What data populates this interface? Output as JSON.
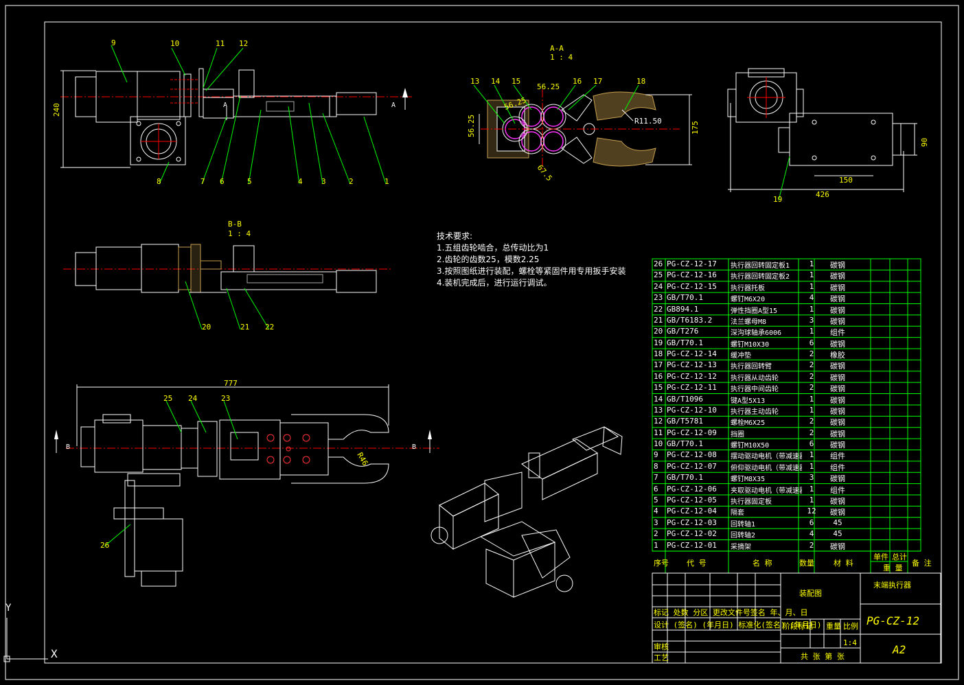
{
  "dimensions": {
    "d240": "240",
    "d777": "777",
    "d426": "426",
    "d150": "150",
    "d90": "90",
    "d175": "175",
    "d56_25a": "56.25",
    "d56_25b": "56.25",
    "d56_25c": "56.25",
    "d67_5": "67.5",
    "r11_50": "R11.50",
    "r46": "R46"
  },
  "views": {
    "section_aa": "A-A",
    "section_bb": "B-B",
    "scale_aa": "1 : 4",
    "scale_bb": "1 : 4",
    "arrow_a_left": "A",
    "arrow_a_right": "A",
    "arrow_b_left": "B",
    "arrow_b_right": "B"
  },
  "callouts": {
    "top": [
      "9",
      "10",
      "11",
      "12",
      "8",
      "7",
      "6",
      "5",
      "4",
      "3",
      "2",
      "1"
    ],
    "aa": [
      "13",
      "14",
      "15",
      "16",
      "17",
      "18"
    ],
    "side": [
      "19"
    ],
    "bb": [
      "20",
      "21",
      "22"
    ],
    "bottom": [
      "25",
      "24",
      "23",
      "26"
    ]
  },
  "tech_requirements": {
    "title": "技术要求:",
    "lines": [
      "1.五组齿轮啮合，总传动比为1",
      "2.齿轮的齿数25，模数2.25",
      "3.按照图纸进行装配，螺栓等紧固件用专用扳手安装",
      "4.装机完成后，进行运行调试。"
    ]
  },
  "bom": [
    [
      "26",
      "PG-CZ-12-17",
      "执行器回转固定板1",
      "1",
      "碳钢"
    ],
    [
      "25",
      "PG-CZ-12-16",
      "执行器回转固定板2",
      "1",
      "碳钢"
    ],
    [
      "24",
      "PG-CZ-12-15",
      "执行器托板",
      "1",
      "碳钢"
    ],
    [
      "23",
      "GB/T70.1",
      "螺钉M6X20",
      "4",
      "碳钢"
    ],
    [
      "22",
      "GB894.1",
      "弹性挡圈A型15",
      "1",
      "碳钢"
    ],
    [
      "21",
      "GB/T6183.2",
      "法兰螺母M8",
      "3",
      "碳钢"
    ],
    [
      "20",
      "GB/T276",
      "深沟球轴承6006",
      "1",
      "组件"
    ],
    [
      "19",
      "GB/T70.1",
      "螺钉M10X30",
      "6",
      "碳钢"
    ],
    [
      "18",
      "PG-CZ-12-14",
      "缓冲垫",
      "2",
      "橡胶"
    ],
    [
      "17",
      "PG-CZ-12-13",
      "执行器回转臂",
      "2",
      "碳钢"
    ],
    [
      "16",
      "PG-CZ-12-12",
      "执行器从动齿轮",
      "2",
      "碳钢"
    ],
    [
      "15",
      "PG-CZ-12-11",
      "执行器中间齿轮",
      "2",
      "碳钢"
    ],
    [
      "14",
      "GB/T1096",
      "键A型5X13",
      "1",
      "碳钢"
    ],
    [
      "13",
      "PG-CZ-12-10",
      "执行器主动齿轮",
      "1",
      "碳钢"
    ],
    [
      "12",
      "GB/T5781",
      "螺栓M6X25",
      "2",
      "碳钢"
    ],
    [
      "11",
      "PG-CZ-12-09",
      "挡圈",
      "2",
      "碳钢"
    ],
    [
      "10",
      "GB/T70.1",
      "螺钉M10X50",
      "6",
      "碳钢"
    ],
    [
      "9",
      "PG-CZ-12-08",
      "摆动驱动电机（带减速器）",
      "1",
      "组件"
    ],
    [
      "8",
      "PG-CZ-12-07",
      "俯仰驱动电机（带减速器）",
      "1",
      "组件"
    ],
    [
      "7",
      "GB/T70.1",
      "螺钉M8X35",
      "3",
      "碳钢"
    ],
    [
      "6",
      "PG-CZ-12-06",
      "夹取驱动电机（带减速器）",
      "1",
      "组件"
    ],
    [
      "5",
      "PG-CZ-12-05",
      "执行器固定板",
      "1",
      "碳钢"
    ],
    [
      "4",
      "PG-CZ-12-04",
      "隔套",
      "12",
      "碳钢"
    ],
    [
      "3",
      "PG-CZ-12-03",
      "回转轴1",
      "6",
      "45"
    ],
    [
      "2",
      "PG-CZ-12-02",
      "回转轴2",
      "4",
      "45"
    ],
    [
      "1",
      "PG-CZ-12-01",
      "采摘架",
      "2",
      "碳钢"
    ]
  ],
  "bom_header": {
    "seq": "序号",
    "code": "代 号",
    "name": "名 称",
    "qty": "数量",
    "material": "材 料",
    "unit_weight": "单件",
    "total_weight": "总计",
    "weight": "重 量",
    "remark": "备 注"
  },
  "title_block": {
    "drawing_type": "装配图",
    "part_name": "末端执行器",
    "drawing_no": "PG-CZ-12",
    "sheet_size": "A2",
    "scale": "1:4",
    "rev_row": "标记 处数  分区  更改文件号签名 年、月、日",
    "design_row": "设计 (签名) (年月日) 标准化(签名) (年月日)",
    "stage_label": "阶段标记",
    "weight_label": "重量",
    "ratio_label": "比例",
    "check_label": "审核",
    "process_label": "工艺",
    "sheets": "共  张  第  张"
  },
  "ucs": {
    "y": "Y",
    "x": "X"
  },
  "colors": {
    "background": "#000000",
    "outline": "#ffffff",
    "leader": "#00ff00",
    "text": "#ffff00",
    "centerline": "#ff0000",
    "hatch": "#c8a050",
    "gear": "#ff33ff"
  }
}
